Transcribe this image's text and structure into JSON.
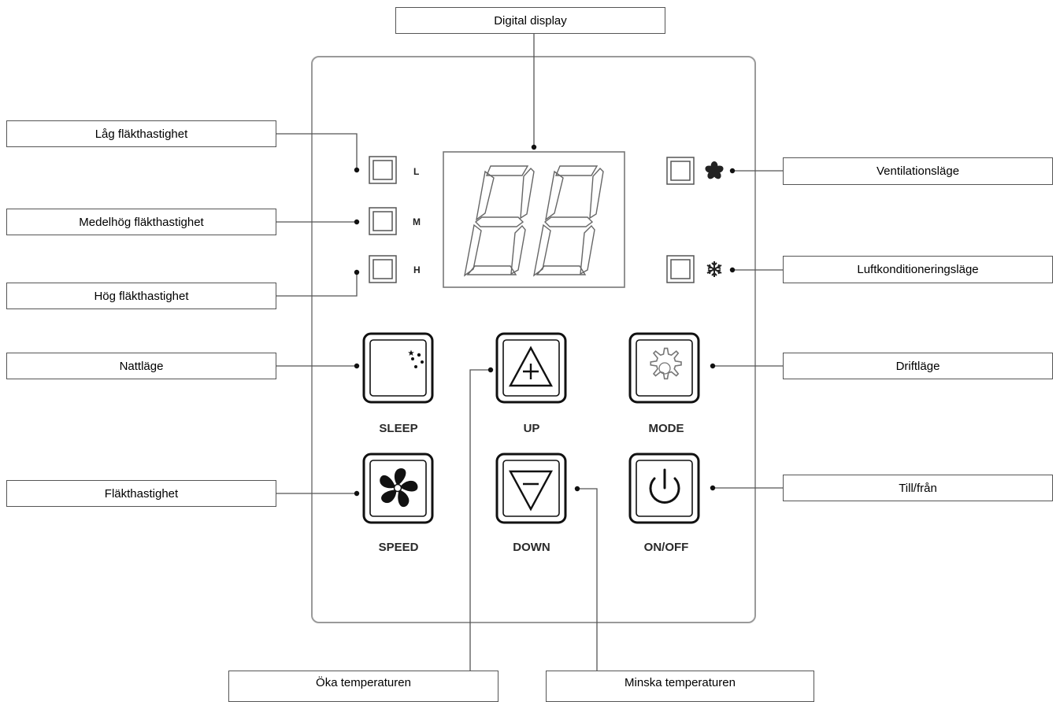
{
  "callouts": {
    "digital_display": "Digital display",
    "low_fan_speed": "Låg fläkthastighet",
    "medium_fan_speed": "Medelhög fläkthastighet",
    "high_fan_speed": "Hög fläkthastighet",
    "night_mode": "Nattläge",
    "fan_speed": "Fläkthastighet",
    "ventilation_mode": "Ventilationsläge",
    "ac_mode": "Luftkonditioneringsläge",
    "operation_mode": "Driftläge",
    "on_off": "Till/från",
    "increase_temp": "Öka temperaturen",
    "decrease_temp": "Minska temperaturen"
  },
  "indicators": {
    "low": "L",
    "medium": "M",
    "high": "H"
  },
  "buttons": {
    "sleep": "SLEEP",
    "up": "UP",
    "mode": "MODE",
    "speed": "SPEED",
    "down": "DOWN",
    "on_off": "ON/OFF"
  },
  "icons": {
    "sleep": "moon-stars-icon",
    "up": "triangle-plus-icon",
    "mode": "gear-icon",
    "speed": "fan-icon",
    "down": "triangle-minus-icon",
    "on_off": "power-icon",
    "ventilation": "fan-icon",
    "ac": "snowflake-icon"
  },
  "colors": {
    "line": "#555555",
    "panel_border": "#9a9a9a",
    "button_border": "#111111"
  }
}
